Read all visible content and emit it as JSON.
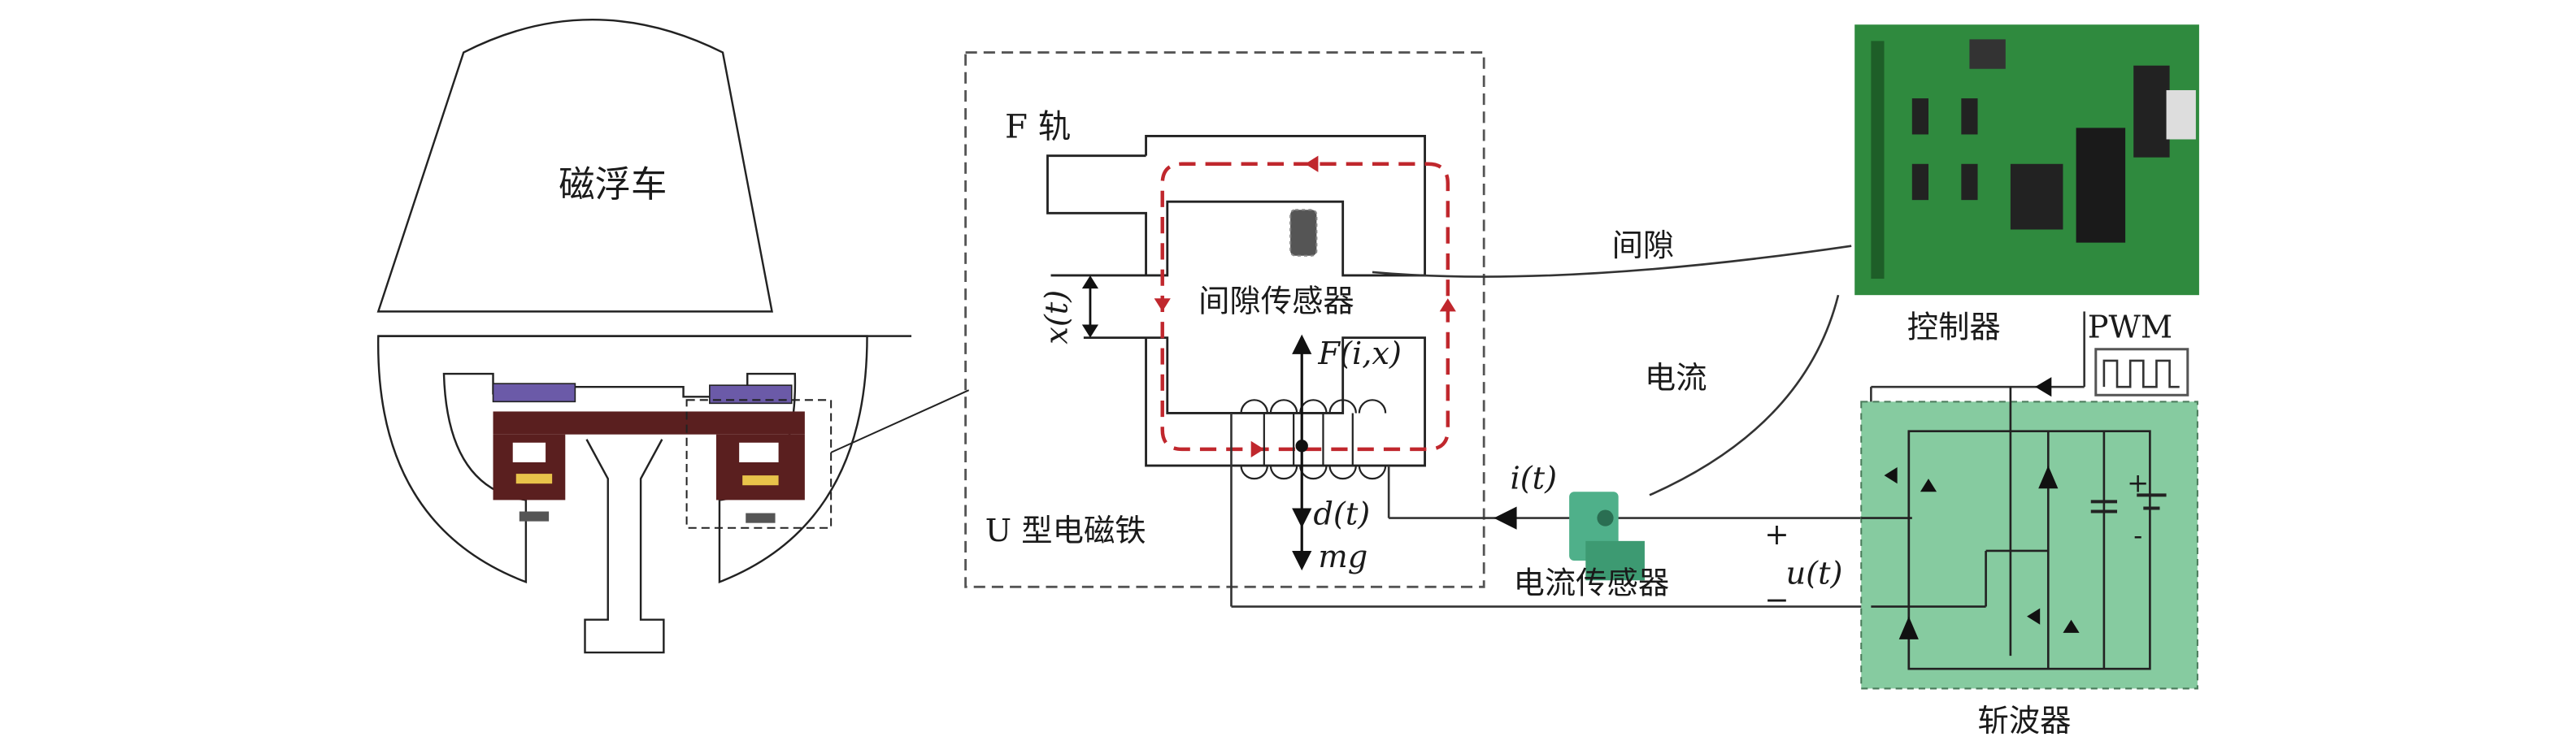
{
  "title": "Maglev suspension control system schematic",
  "labels": {
    "vehicle": "磁浮车",
    "rail": "F 轨",
    "gap_sensor": "间隙传感器",
    "magnet": "U 型电磁铁",
    "gap_signal": "间隙",
    "current_signal": "电流",
    "controller": "控制器",
    "pwm": "PWM",
    "current_sensor": "电流传感器",
    "chopper": "斩波器",
    "gap_var": "x(t)",
    "force": "F(i,x)",
    "disturbance": "d(t)",
    "gravity": "mg",
    "current": "i(t)",
    "voltage": "u(t)",
    "plus": "+",
    "minus": "−",
    "batt_plus": "+",
    "batt_minus": "-"
  },
  "colors": {
    "flux_path": "#c0272d",
    "magnet_core": "#5a1f1f",
    "coil_top": "#6b5aa8",
    "coil_yellow": "#e8c34a",
    "chopper_bg": "#86cba0",
    "pcb": "#2f8a3e",
    "sensor": "#4fb08a"
  }
}
